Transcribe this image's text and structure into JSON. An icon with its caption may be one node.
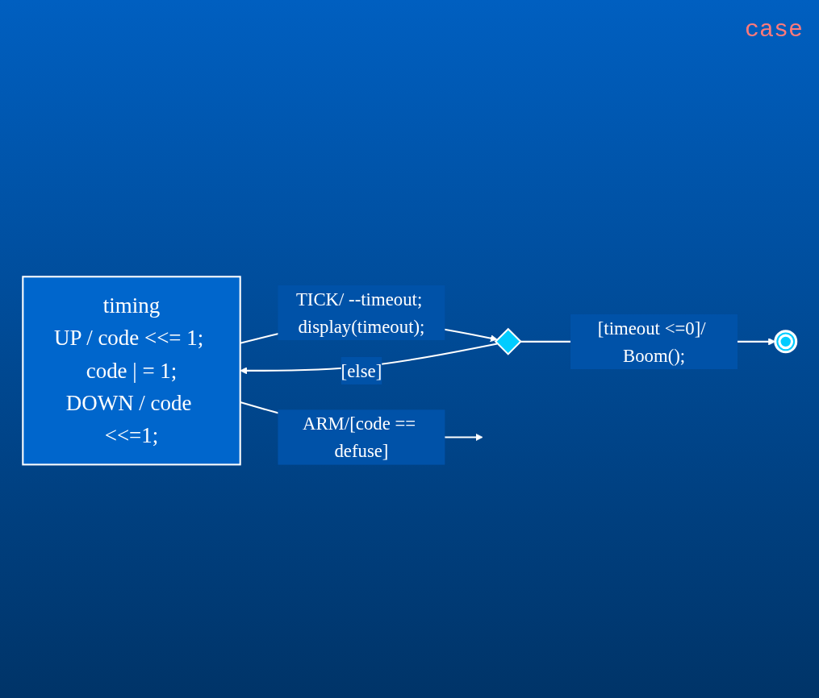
{
  "diagram": {
    "nodes": [
      {
        "text": [
          "timing",
          "UP / code <<= 1; code | = 1;",
          "DOWN / code <<=1;"
        ]
      },
      {
        "text": [],
        "shape": "diamond"
      },
      {
        "text": [],
        "shape": "circle"
      }
    ],
    "edges": [
      {
        "from": 0,
        "to": 1,
        "arrow": "to",
        "label": "TICK/ --timeout; display(timeout);"
      },
      {
        "from": 1,
        "to": 0,
        "arrow": "to",
        "label": "[else]"
      },
      {
        "from": 1,
        "to": 2,
        "arrow": "to",
        "label": "[timeout <=0]/ Boom();"
      },
      {
        "from": 0,
        "to": null,
        "arrow": "to",
        "label": "ARM/[code == defuse]"
      }
    ],
    "labels": [
      "case"
    ]
  }
}
